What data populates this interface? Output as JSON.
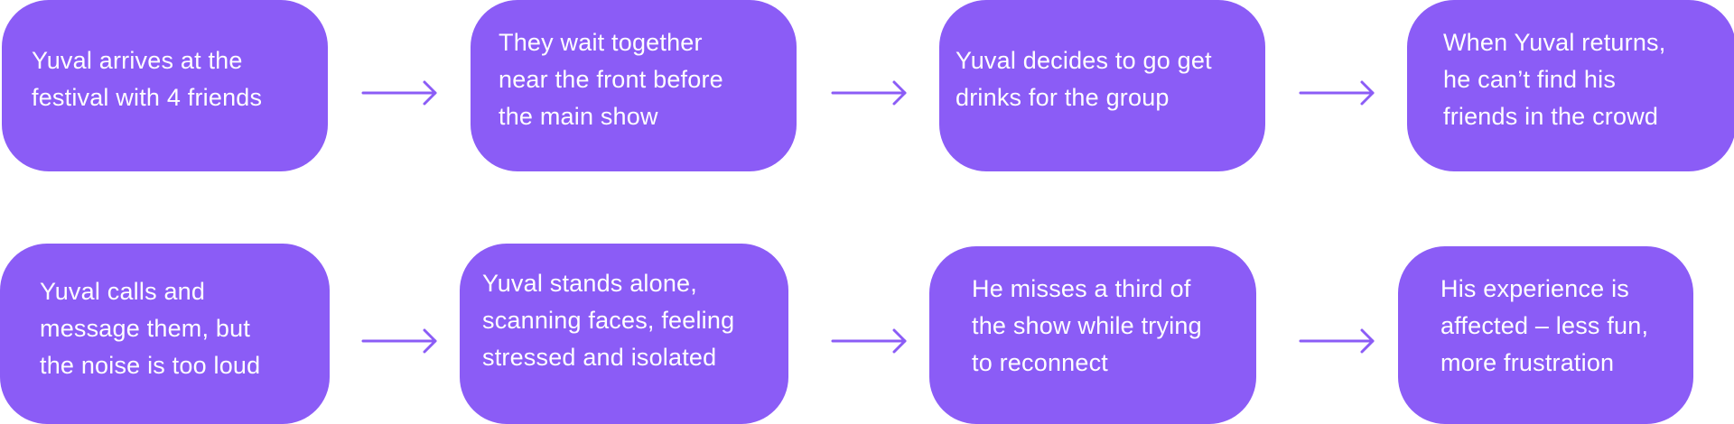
{
  "diagram": {
    "title": "Yuval's festival journey",
    "colors": {
      "box_fill": "#8b5cf6",
      "box_text": "#ffffff",
      "arrow": "#8b5cf6",
      "background": "#ffffff"
    },
    "steps": [
      {
        "id": 1,
        "text": "Yuval arrives at the\nfestival with 4 friends"
      },
      {
        "id": 2,
        "text": "They wait together\nnear the front before\nthe main show"
      },
      {
        "id": 3,
        "text": "Yuval decides to go get\ndrinks for the group"
      },
      {
        "id": 4,
        "text": "When Yuval returns,\nhe can’t find his\nfriends in the crowd"
      },
      {
        "id": 5,
        "text": "Yuval calls and\nmessage them, but\nthe noise is too loud"
      },
      {
        "id": 6,
        "text": "Yuval stands alone,\nscanning faces, feeling\nstressed and isolated"
      },
      {
        "id": 7,
        "text": "He misses a third of\nthe show while trying\nto reconnect"
      },
      {
        "id": 8,
        "text": "His experience is\naffected – less fun,\nmore frustration"
      }
    ],
    "connections": [
      {
        "from": 1,
        "to": 2,
        "icon": "arrow-right-icon"
      },
      {
        "from": 2,
        "to": 3,
        "icon": "arrow-right-icon"
      },
      {
        "from": 3,
        "to": 4,
        "icon": "arrow-right-icon"
      },
      {
        "from": 5,
        "to": 6,
        "icon": "arrow-right-icon"
      },
      {
        "from": 6,
        "to": 7,
        "icon": "arrow-right-icon"
      },
      {
        "from": 7,
        "to": 8,
        "icon": "arrow-right-icon"
      }
    ]
  }
}
